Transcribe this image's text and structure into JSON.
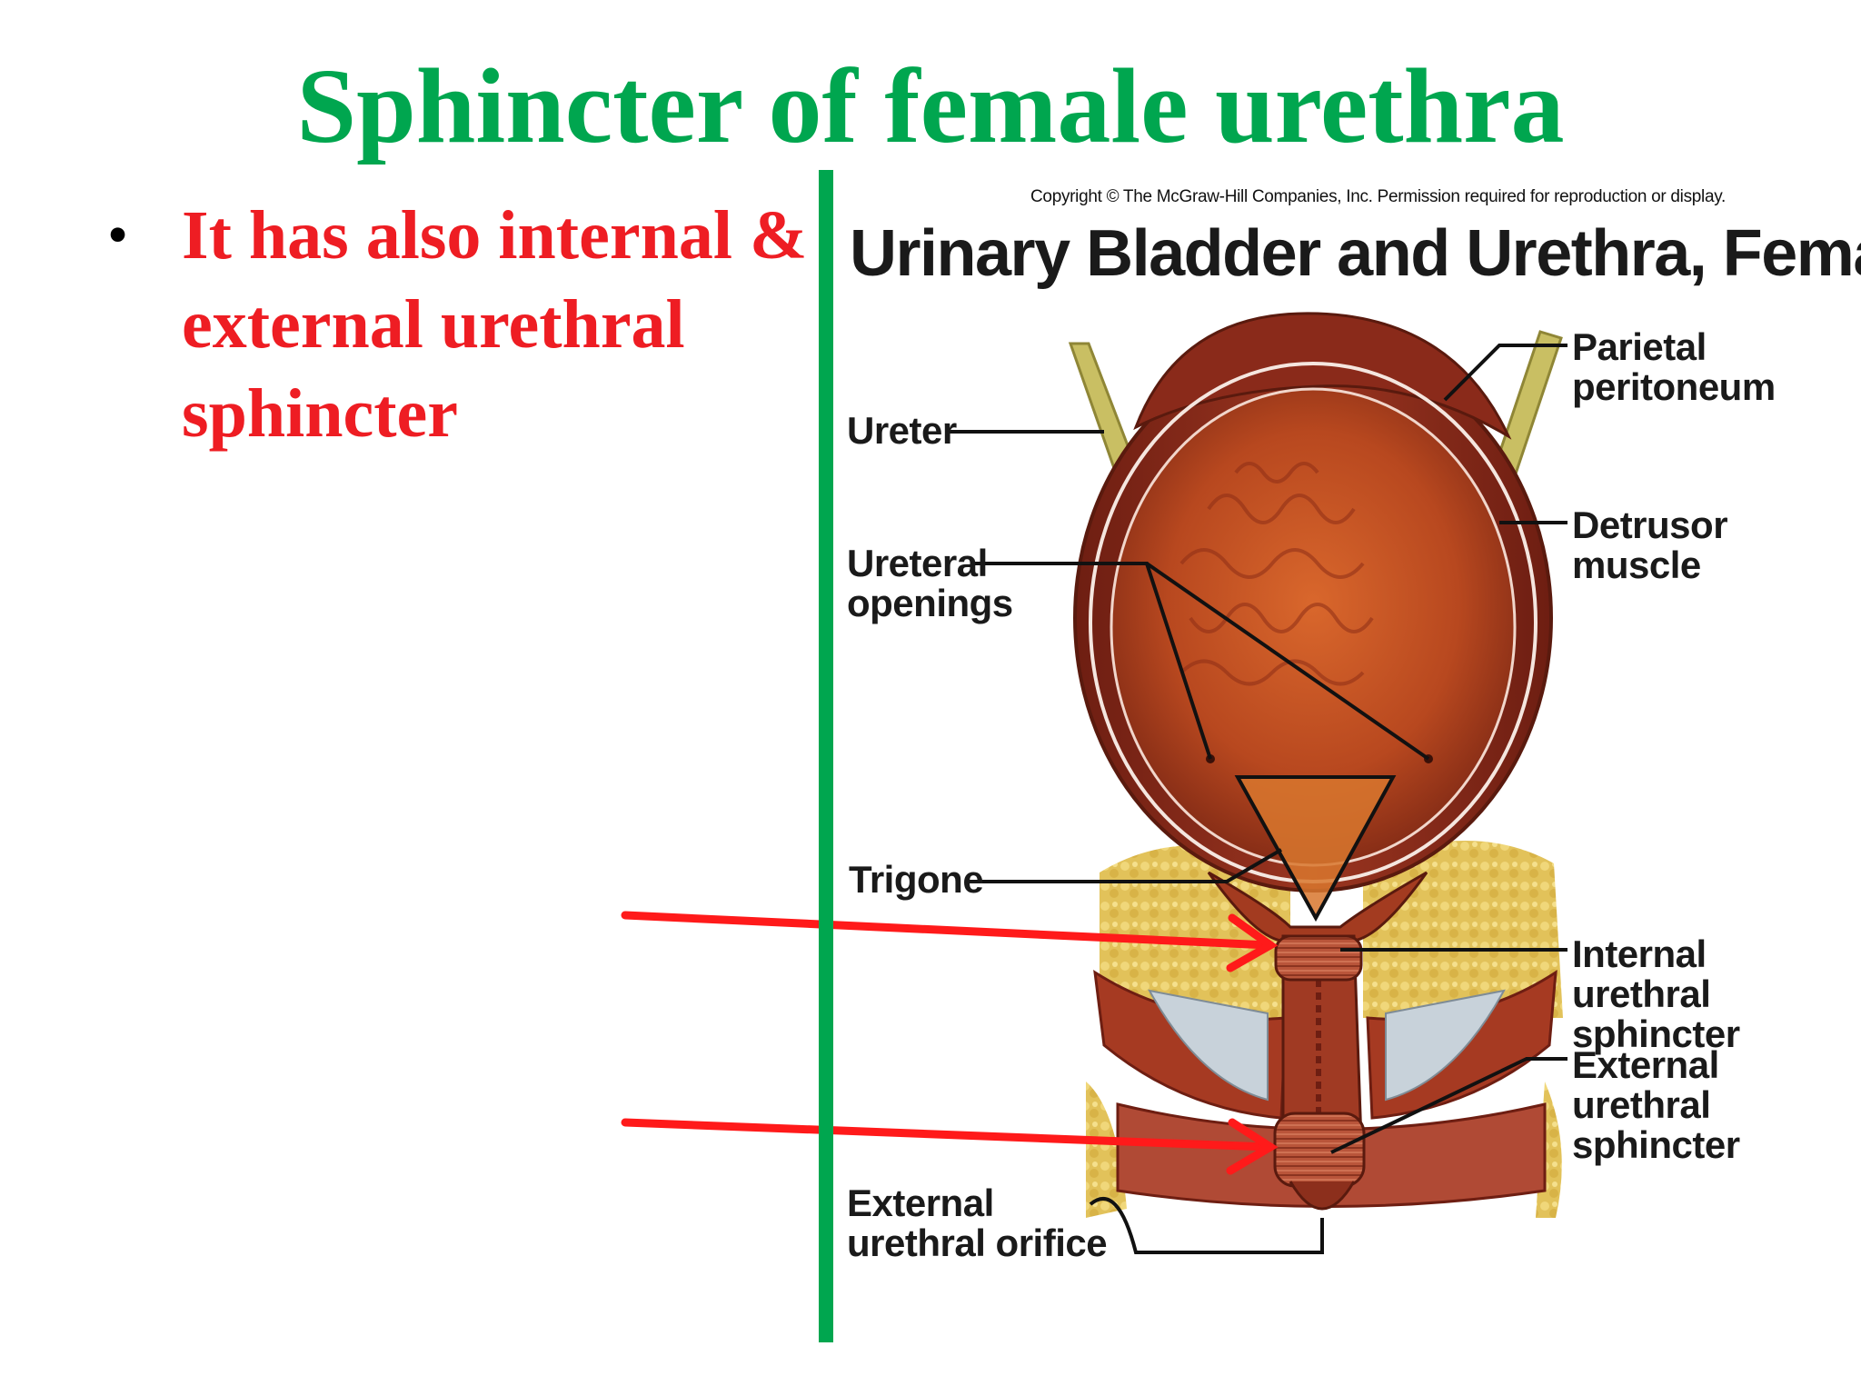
{
  "slide": {
    "title": "Sphincter of female urethra",
    "bullet_marker": "•",
    "bullet_text": "It has also internal & external urethral sphincter"
  },
  "figure": {
    "copyright": "Copyright © The McGraw-Hill Companies, Inc. Permission required for reproduction or display.",
    "title": "Urinary Bladder and Urethra, Female",
    "labels": {
      "ureter": "Ureter",
      "ureteral_openings": "Ureteral openings",
      "trigone": "Trigone",
      "external_urethral_orifice": "External urethral orifice",
      "parietal_peritoneum": "Parietal peritoneum",
      "detrusor_muscle": "Detrusor muscle",
      "internal_urethral_sphincter": "Internal urethral sphincter",
      "external_urethral_sphincter": "External urethral sphincter"
    }
  },
  "colors": {
    "title_green": "#00a64f",
    "bullet_red": "#ee1d23",
    "arrow_red": "#ff1a1a",
    "bladder_outer": "#8a2a1a",
    "bladder_inner": "#b8481f",
    "fat_yellow": "#e2c25a",
    "ureter_olive": "#c9bf63"
  }
}
